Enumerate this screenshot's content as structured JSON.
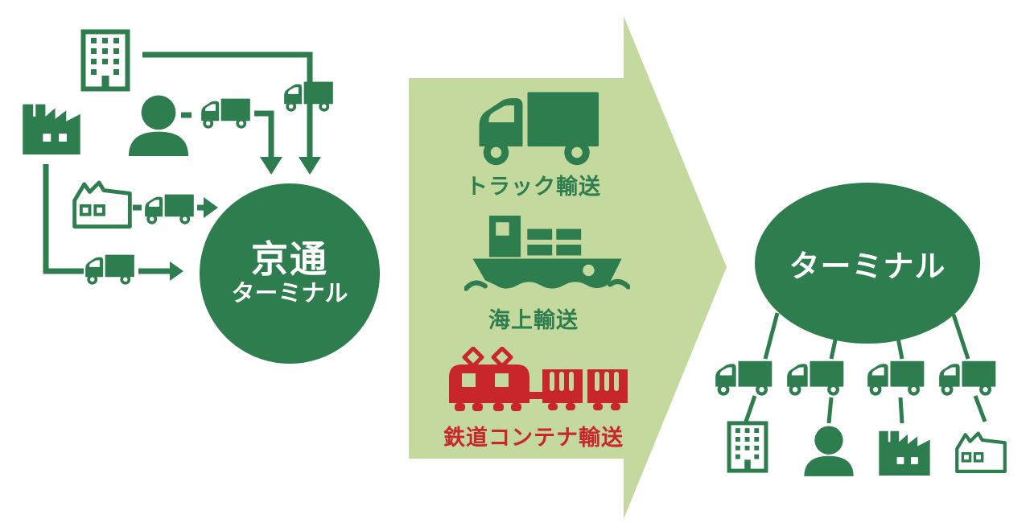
{
  "colors": {
    "green-dark": "#2e7d4f",
    "green-light": "#c4d99e",
    "red": "#c9262b",
    "white": "#ffffff"
  },
  "left_cluster": {
    "terminal": {
      "title": "京通",
      "subtitle": "ターミナル"
    },
    "shipper_icons": [
      "office-building",
      "factory",
      "person",
      "small-factory"
    ],
    "vehicle_icon": "delivery-truck"
  },
  "transport_arrow": {
    "modes": [
      {
        "icon": "truck-icon",
        "label": "トラック輸送"
      },
      {
        "icon": "cargo-ship-icon",
        "label": "海上輸送"
      },
      {
        "icon": "freight-train-icon",
        "label": "鉄道コンテナ輸送"
      }
    ]
  },
  "right_cluster": {
    "terminal": {
      "title": "ターミナル"
    },
    "consignee_icons": [
      "office-building",
      "person",
      "factory",
      "small-factory"
    ],
    "vehicle_icon": "delivery-truck"
  }
}
